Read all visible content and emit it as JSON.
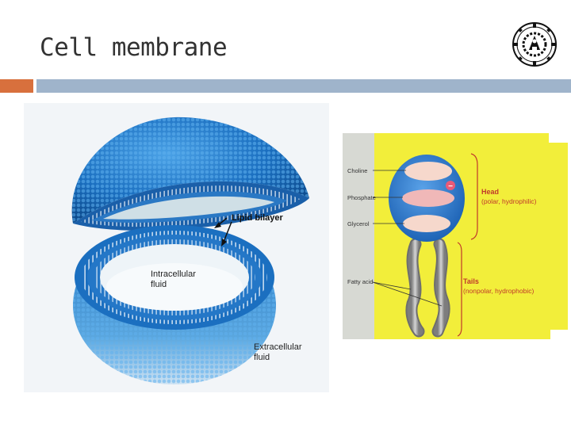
{
  "slide": {
    "title": "Cell membrane"
  },
  "colors": {
    "accent_orange": "#d8703d",
    "accent_blue": "#9fb4cb",
    "membrane_blue": "#1b6fc0",
    "phospholipid_panel": "#f2ee3a"
  },
  "icons": {
    "logo": "institute-seal-icon"
  },
  "figure_left": {
    "label_bilayer": "Lipid bilayer",
    "label_intra_1": "Intracellular",
    "label_intra_2": "fluid",
    "label_extra_1": "Extracellular",
    "label_extra_2": "fluid"
  },
  "figure_right": {
    "label_choline": "Choline",
    "label_phosphate": "Phosphate",
    "label_glycerol": "Glycerol",
    "label_fatty_acid": "Fatty acid",
    "head_title": "Head",
    "head_desc": "(polar, hydrophilic)",
    "tails_title": "Tails",
    "tails_desc": "(nonpolar, hydrophobic)",
    "charge_symbol": "−"
  }
}
